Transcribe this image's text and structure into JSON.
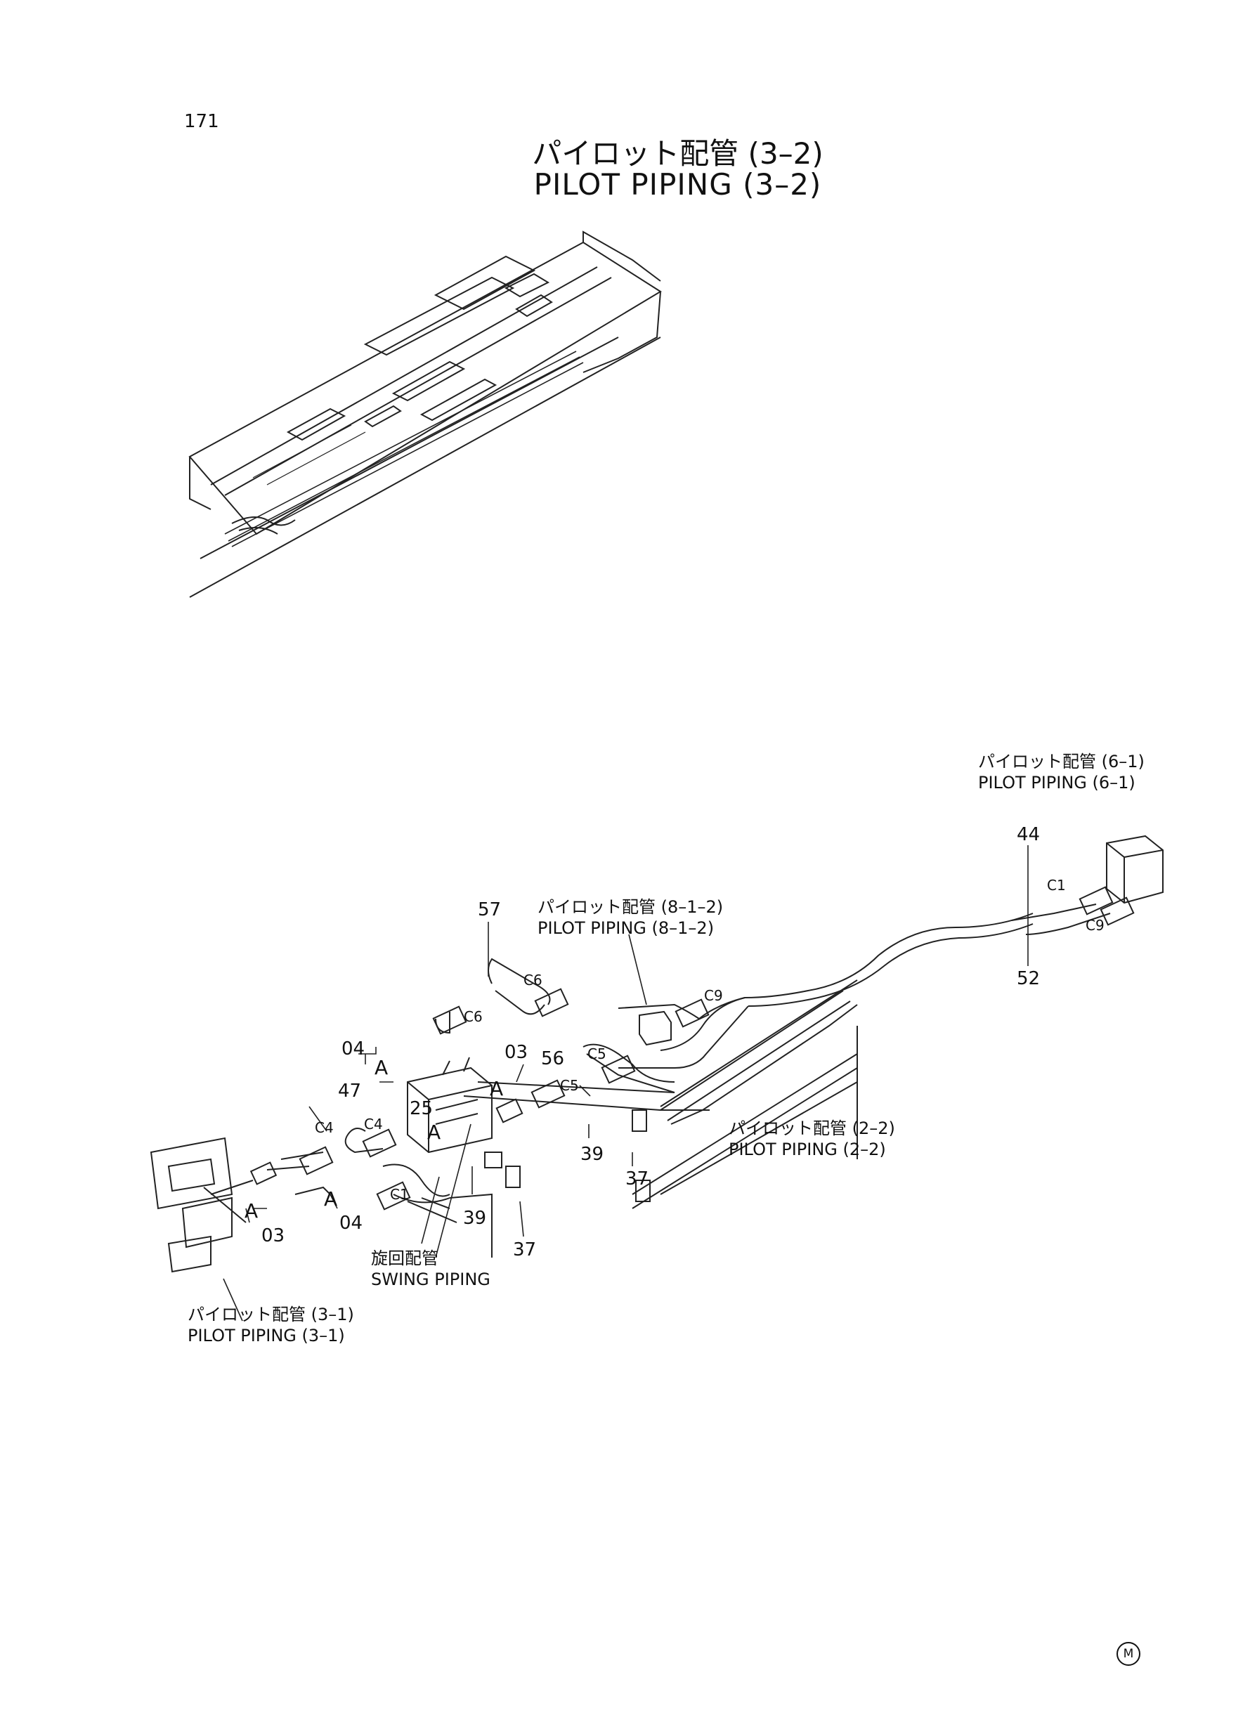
{
  "page": {
    "number": "171",
    "title_jp": "パイロット配管 (3–2)",
    "title_en": "PILOT PIPING (3–2)"
  },
  "references": {
    "pilot_6_1_jp": "パイロット配管 (6–1)",
    "pilot_6_1_en": "PILOT PIPING (6–1)",
    "pilot_8_1_2_jp": "パイロット配管 (8–1–2)",
    "pilot_8_1_2_en": "PILOT PIPING (8–1–2)",
    "pilot_2_2_jp": "パイロット配管 (2–2)",
    "pilot_2_2_en": "PILOT PIPING (2–2)",
    "pilot_3_1_jp": "パイロット配管 (3–1)",
    "pilot_3_1_en": "PILOT PIPING (3–1)",
    "swing_jp": "旋回配管",
    "swing_en": "SWING PIPING"
  },
  "part_numbers": {
    "p44": "44",
    "p52": "52",
    "p57": "57",
    "p56": "56",
    "p04a": "04",
    "p04b": "04",
    "p03a": "03",
    "p03b": "03",
    "p47": "47",
    "p25": "25",
    "p39a": "39",
    "p39b": "39",
    "p37a": "37",
    "p37b": "37"
  },
  "connectors": {
    "c1_top": "C1",
    "c9_top": "C9",
    "c6_a": "C6",
    "c6_b": "C6",
    "c9_mid": "C9",
    "c5_a": "C5",
    "c5_b": "C5",
    "c4_a": "C4",
    "c4_b": "C4",
    "c1_low": "C1"
  },
  "detail_marks": {
    "a1": "A",
    "a2": "A",
    "a3": "A",
    "a4": "A",
    "a5": "A"
  },
  "footer_mark": "M"
}
